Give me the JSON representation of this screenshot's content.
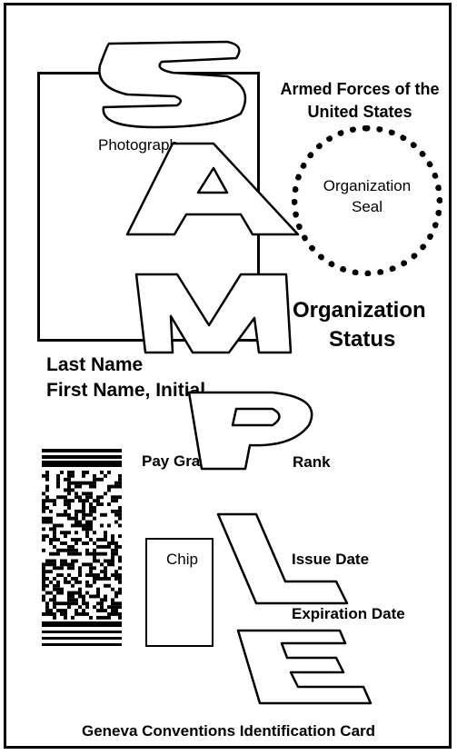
{
  "card": {
    "photo_label": "Photograph",
    "agency_line1": "Armed Forces of the",
    "agency_line2": "United States",
    "seal_line1": "Organization",
    "seal_line2": "Seal",
    "org_line1": "Organization",
    "org_line2": "Status",
    "name_line1": "Last Name",
    "name_line2": "First Name, Initial",
    "pay_grade": "Pay Grade",
    "rank": "Rank",
    "chip_label": "Chip",
    "issue_date": "Issue Date",
    "expiration_date": "Expiration Date",
    "footer": "Geneva Conventions Identification Card"
  },
  "watermark": {
    "letters": [
      "S",
      "A",
      "M",
      "P",
      "L",
      "E"
    ]
  }
}
